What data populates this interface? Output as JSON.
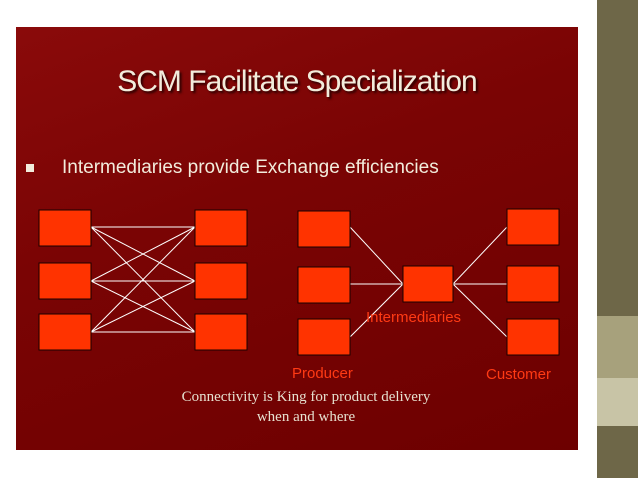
{
  "slide": {
    "title": "SCM Facilitate Specialization",
    "bullet": "Intermediaries provide Exchange efficiencies",
    "labels": {
      "intermediaries": "Intermediaries",
      "producer": "Producer",
      "customer": "Customer"
    },
    "caption_line1": "Connectivity is King for product delivery",
    "caption_line2": "when and where"
  },
  "colors": {
    "slide_background": "#7a0404",
    "box_fill": "#ff3300",
    "line_color": "#ffffff",
    "label_color": "#ff3a14",
    "text_color": "#f2ecdc"
  }
}
